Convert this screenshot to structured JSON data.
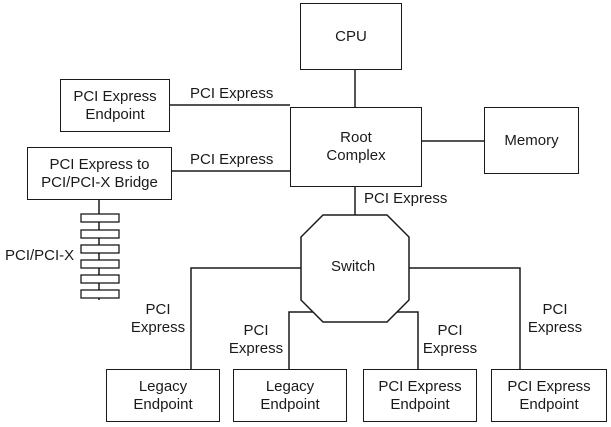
{
  "nodes": {
    "cpu": {
      "label": "CPU"
    },
    "root_complex": {
      "line1": "Root",
      "line2": "Complex"
    },
    "memory": {
      "label": "Memory"
    },
    "pcie_endpoint_top": {
      "line1": "PCI Express",
      "line2": "Endpoint"
    },
    "bridge": {
      "line1": "PCI Express to",
      "line2": "PCI/PCI-X Bridge"
    },
    "switch": {
      "label": "Switch"
    },
    "legacy_endpoint_1": {
      "line1": "Legacy",
      "line2": "Endpoint"
    },
    "legacy_endpoint_2": {
      "line1": "Legacy",
      "line2": "Endpoint"
    },
    "pcie_endpoint_3": {
      "line1": "PCI Express",
      "line2": "Endpoint"
    },
    "pcie_endpoint_4": {
      "line1": "PCI Express",
      "line2": "Endpoint"
    }
  },
  "links": {
    "endpoint_to_root": "PCI Express",
    "bridge_to_root": "PCI Express",
    "root_to_switch": "PCI Express",
    "switch_to_legacy1": {
      "line1": "PCI",
      "line2": "Express"
    },
    "switch_to_legacy2": {
      "line1": "PCI",
      "line2": "Express"
    },
    "switch_to_pcie3": {
      "line1": "PCI",
      "line2": "Express"
    },
    "switch_to_pcie4": {
      "line1": "PCI",
      "line2": "Express"
    }
  },
  "bus_label": "PCI/PCI-X"
}
